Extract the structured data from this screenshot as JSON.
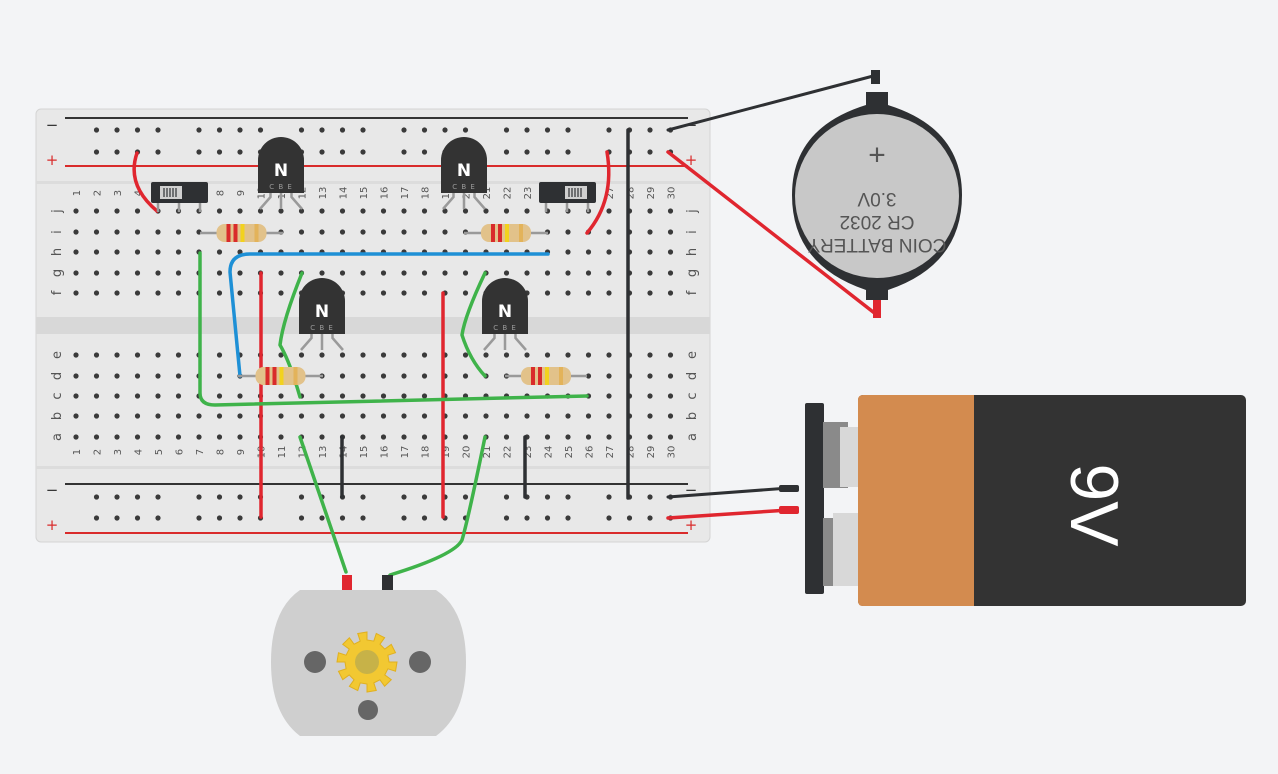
{
  "breadboard": {
    "rail_minus": "−",
    "rail_plus": "+",
    "row_letters_upper": [
      "j",
      "i",
      "h",
      "g",
      "f"
    ],
    "row_letters_lower": [
      "e",
      "d",
      "c",
      "b",
      "a"
    ],
    "column_numbers": [
      "1",
      "2",
      "3",
      "4",
      "5",
      "6",
      "7",
      "8",
      "9",
      "10",
      "11",
      "12",
      "13",
      "14",
      "15",
      "16",
      "17",
      "18",
      "19",
      "20",
      "21",
      "22",
      "23",
      "24",
      "25",
      "26",
      "27",
      "28",
      "29",
      "30"
    ]
  },
  "transistors": [
    {
      "label": "N",
      "pins": "C B E"
    },
    {
      "label": "N",
      "pins": "C B E"
    },
    {
      "label": "N",
      "pins": "C B E"
    },
    {
      "label": "N",
      "pins": "C B E"
    }
  ],
  "coin_battery": {
    "line1": "COIN BATTERY",
    "line2": "CR 2032",
    "line3": "3.0V",
    "symbol": "+"
  },
  "battery_9v": {
    "label": "9V"
  },
  "colors": {
    "wire_red": "#e0262f",
    "wire_black": "#2e3033",
    "wire_green": "#3fb34a",
    "wire_blue": "#1e90d6",
    "breadboard": "#e6e6e6",
    "battery_copper": "#d38b4f",
    "battery_body": "#333333",
    "motor_gear": "#f2c832"
  }
}
